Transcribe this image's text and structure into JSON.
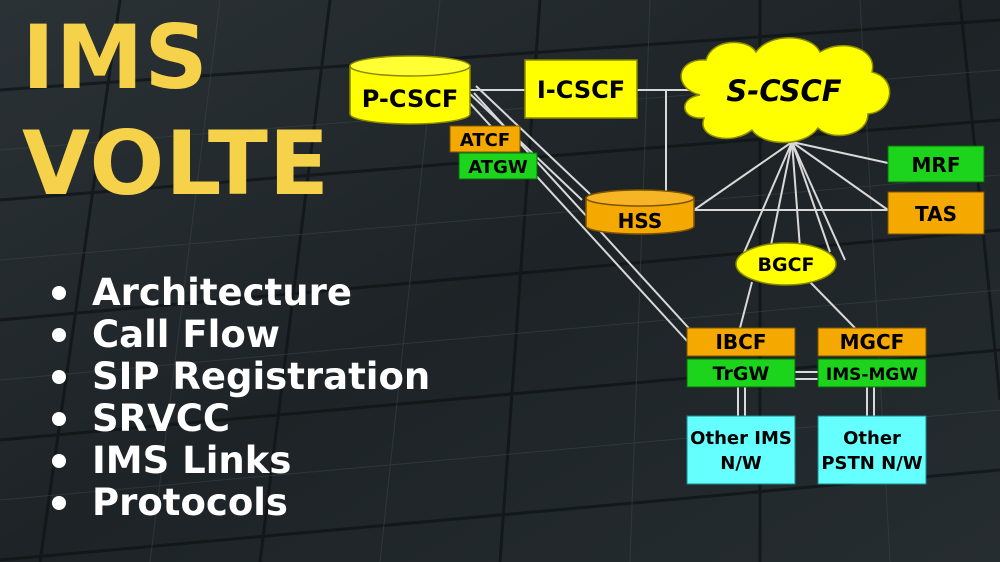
{
  "title": {
    "line1": "IMS",
    "line2": "VOLTE"
  },
  "topics": [
    "Architecture",
    "Call Flow",
    "SIP Registration",
    "SRVCC",
    "IMS Links",
    "Protocols"
  ],
  "nodes": {
    "pcscf": "P-CSCF",
    "icscf": "I-CSCF",
    "scscf": "S-CSCF",
    "atcf": "ATCF",
    "atgw": "ATGW",
    "hss": "HSS",
    "mrf": "MRF",
    "tas": "TAS",
    "bgcf": "BGCF",
    "ibcf": "IBCF",
    "mgcf": "MGCF",
    "trgw": "TrGW",
    "imsmgw": "IMS-MGW",
    "other_ims_line1": "Other IMS",
    "other_ims_line2": "N/W",
    "other_pstn_line1": "Other",
    "other_pstn_line2": "PSTN N/W"
  },
  "colors": {
    "title": "#f6d24a",
    "yellow_node": "#ffff00",
    "orange_node": "#f5a800",
    "green_node": "#1bd41b",
    "cyan_node": "#66ffff",
    "link": "#d9d9d9"
  }
}
